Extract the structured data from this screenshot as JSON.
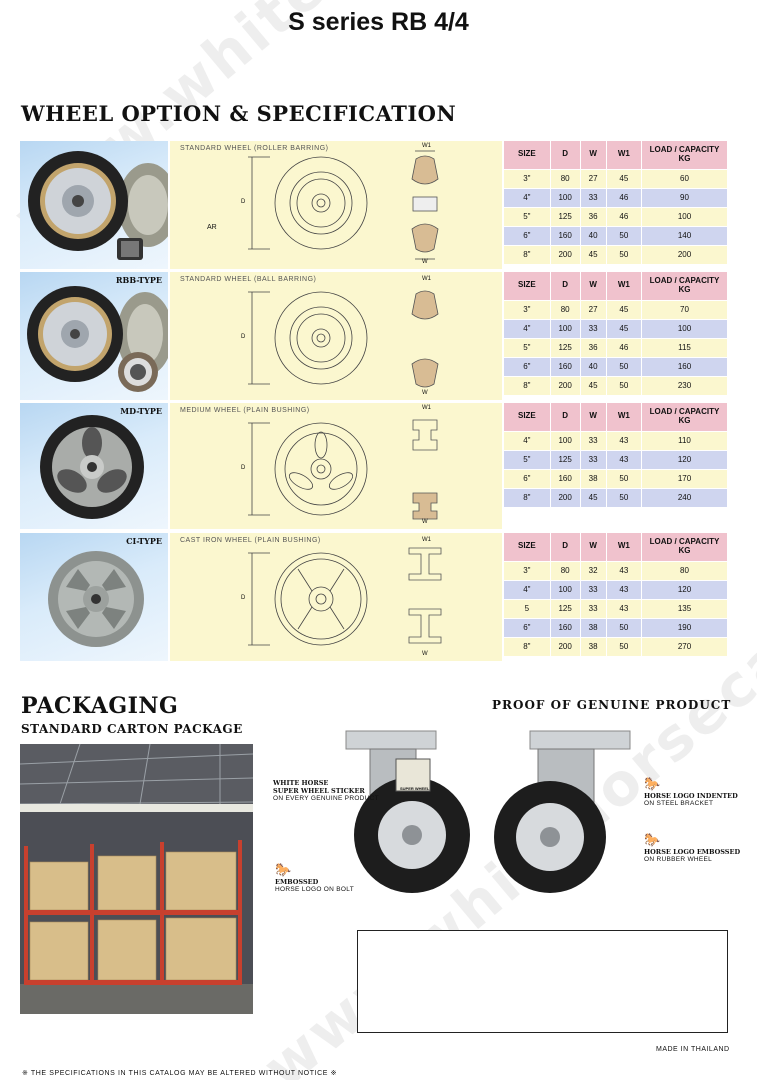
{
  "title": "S series RB 4/4",
  "watermark": "www.whitehorsecaster.com",
  "spec_heading": "WHEEL OPTION & SPECIFICATION",
  "rows": [
    {
      "type_label": "",
      "draw_label": "STANDARD WHEEL (ROLLER BARRING)",
      "dims": {
        "w1": "W1",
        "d": "D",
        "w": "W",
        "ar": "AR"
      },
      "headers": [
        "SIZE",
        "D",
        "W",
        "W1",
        "LOAD / CAPACITY KG"
      ],
      "data": [
        [
          "3\"",
          "80",
          "27",
          "45",
          "60"
        ],
        [
          "4\"",
          "100",
          "33",
          "46",
          "90"
        ],
        [
          "5\"",
          "125",
          "36",
          "46",
          "100"
        ],
        [
          "6\"",
          "160",
          "40",
          "50",
          "140"
        ],
        [
          "8\"",
          "200",
          "45",
          "50",
          "200"
        ]
      ]
    },
    {
      "type_label": "RBB-TYPE",
      "draw_label": "STANDARD WHEEL (BALL BARRING)",
      "dims": {
        "w1": "W1",
        "d": "D",
        "w": "W"
      },
      "headers": [
        "SIZE",
        "D",
        "W",
        "W1",
        "LOAD / CAPACITY KG"
      ],
      "data": [
        [
          "3\"",
          "80",
          "27",
          "45",
          "70"
        ],
        [
          "4\"",
          "100",
          "33",
          "45",
          "100"
        ],
        [
          "5\"",
          "125",
          "36",
          "46",
          "115"
        ],
        [
          "6\"",
          "160",
          "40",
          "50",
          "160"
        ],
        [
          "8\"",
          "200",
          "45",
          "50",
          "230"
        ]
      ]
    },
    {
      "type_label": "MD-TYPE",
      "draw_label": "MEDIUM WHEEL (PLAIN BUSHING)",
      "dims": {
        "w1": "W1",
        "d": "D",
        "w": "W"
      },
      "headers": [
        "SIZE",
        "D",
        "W",
        "W1",
        "LOAD / CAPACITY KG"
      ],
      "data": [
        [
          "4\"",
          "100",
          "33",
          "43",
          "110"
        ],
        [
          "5\"",
          "125",
          "33",
          "43",
          "120"
        ],
        [
          "6\"",
          "160",
          "38",
          "50",
          "170"
        ],
        [
          "8\"",
          "200",
          "45",
          "50",
          "240"
        ]
      ]
    },
    {
      "type_label": "CI-TYPE",
      "draw_label": "CAST IRON WHEEL (PLAIN BUSHING)",
      "dims": {
        "w1": "W1",
        "d": "D",
        "w": "W"
      },
      "headers": [
        "SIZE",
        "D",
        "W",
        "W1",
        "LOAD / CAPACITY KG"
      ],
      "data": [
        [
          "3\"",
          "80",
          "32",
          "43",
          "80"
        ],
        [
          "4\"",
          "100",
          "33",
          "43",
          "120"
        ],
        [
          "5",
          "125",
          "33",
          "43",
          "135"
        ],
        [
          "6\"",
          "160",
          "38",
          "50",
          "190"
        ],
        [
          "8\"",
          "200",
          "38",
          "50",
          "270"
        ]
      ]
    }
  ],
  "packaging": {
    "heading": "PACKAGING",
    "sub": "STANDARD CARTON PACKAGE"
  },
  "proof": {
    "heading": "PROOF OF GENUINE PRODUCT",
    "sticker_title_1": "WHITE HORSE",
    "sticker_title_2": "SUPER WHEEL STICKER",
    "sticker_sub": "ON EVERY GENUINE PRODUCT",
    "bolt_title": "EMBOSSED",
    "bolt_sub": "HORSE LOGO ON BOLT",
    "bracket_title": "HORSE LOGO INDENTED",
    "bracket_sub": "ON STEEL BRACKET",
    "rubber_title": "HORSE LOGO EMBOSSED",
    "rubber_sub": "ON RUBBER WHEEL",
    "sticker_text": "SUPER WHEEL",
    "horse_icon": "horse-icon"
  },
  "made_in": "MADE IN THAILAND",
  "footnote": "※ THE SPECIFICATIONS IN THIS CATALOG MAY BE ALTERED WITHOUT NOTICE ※"
}
